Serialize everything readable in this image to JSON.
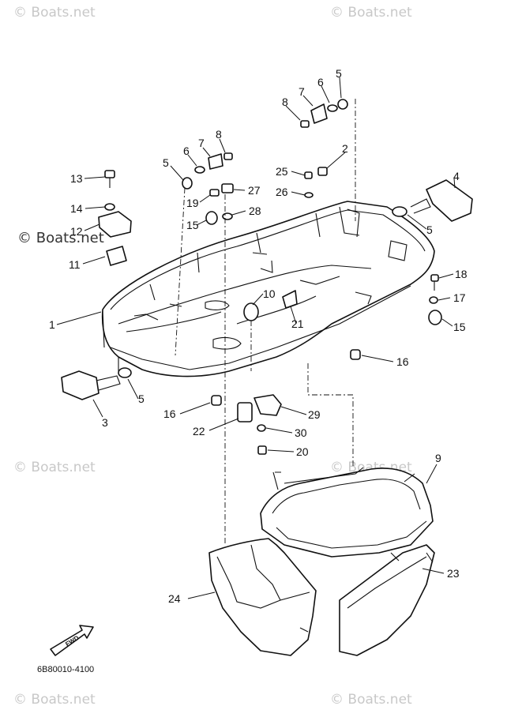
{
  "watermark_text": "© Boats.net",
  "diagram_code": "6B80010-4100",
  "fwd_label": "FWD",
  "callouts": [
    "1",
    "2",
    "3",
    "4",
    "5",
    "5",
    "5",
    "5",
    "6",
    "6",
    "7",
    "7",
    "8",
    "8",
    "9",
    "10",
    "11",
    "12",
    "13",
    "14",
    "15",
    "15",
    "16",
    "16",
    "17",
    "18",
    "19",
    "20",
    "21",
    "22",
    "23",
    "24",
    "25",
    "26",
    "27",
    "28",
    "29",
    "30"
  ]
}
